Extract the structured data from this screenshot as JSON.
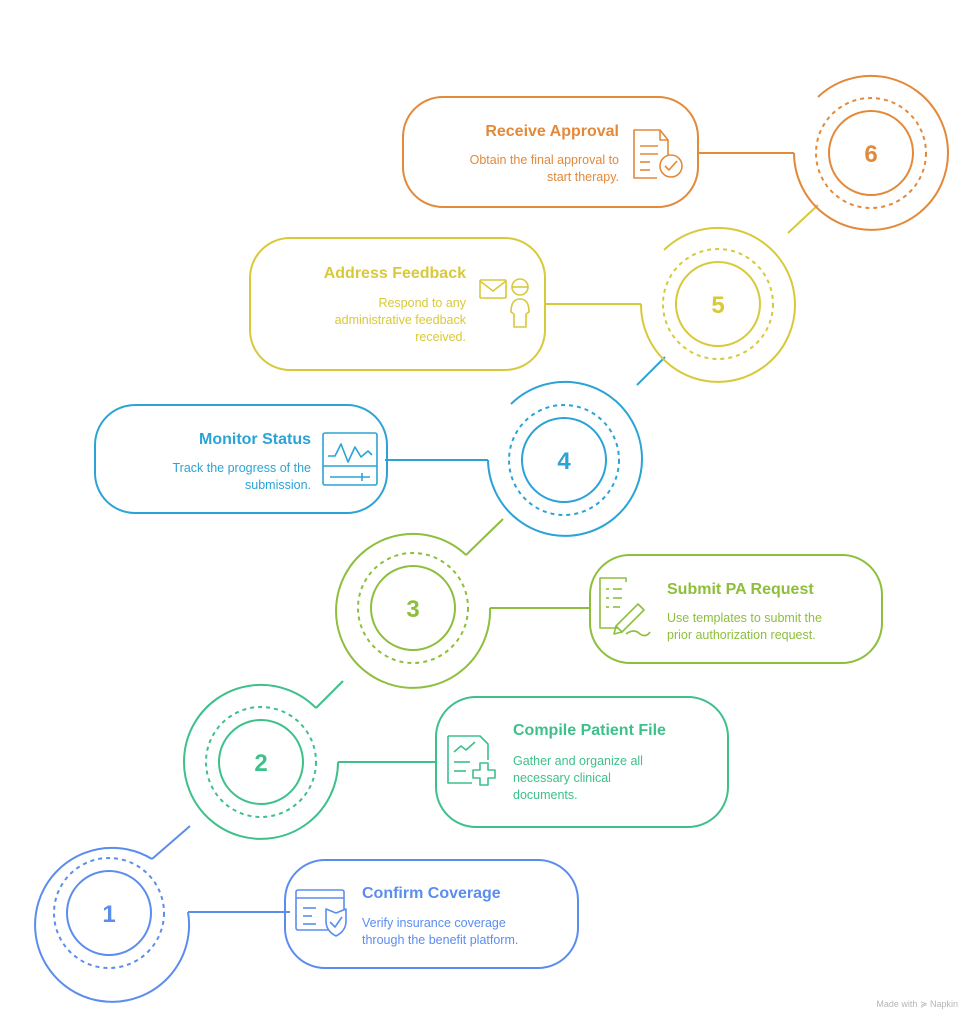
{
  "steps": [
    {
      "number": "1",
      "title": "Confirm Coverage",
      "desc": [
        "Verify insurance coverage",
        "through the benefit platform."
      ],
      "color": "#5b8def",
      "icon": "insurance-shield-icon"
    },
    {
      "number": "2",
      "title": "Compile Patient File",
      "desc": [
        "Gather and organize all",
        "necessary clinical",
        "documents."
      ],
      "color": "#3ec08a",
      "icon": "medical-document-icon"
    },
    {
      "number": "3",
      "title": "Submit PA Request",
      "desc": [
        "Use templates to submit the",
        "prior authorization request."
      ],
      "color": "#8dbf3c",
      "icon": "signing-document-icon"
    },
    {
      "number": "4",
      "title": "Monitor Status",
      "desc": [
        "Track the progress of the",
        "submission."
      ],
      "color": "#2ba3d6",
      "icon": "monitor-chart-icon"
    },
    {
      "number": "5",
      "title": "Address Feedback",
      "desc": [
        "Respond to any",
        "administrative feedback",
        "received."
      ],
      "color": "#d8c93a",
      "icon": "feedback-person-icon"
    },
    {
      "number": "6",
      "title": "Receive Approval",
      "desc": [
        "Obtain the final approval to",
        "start therapy."
      ],
      "color": "#e3893a",
      "icon": "approved-document-icon"
    }
  ],
  "footer": "Made with ≽ Napkin"
}
